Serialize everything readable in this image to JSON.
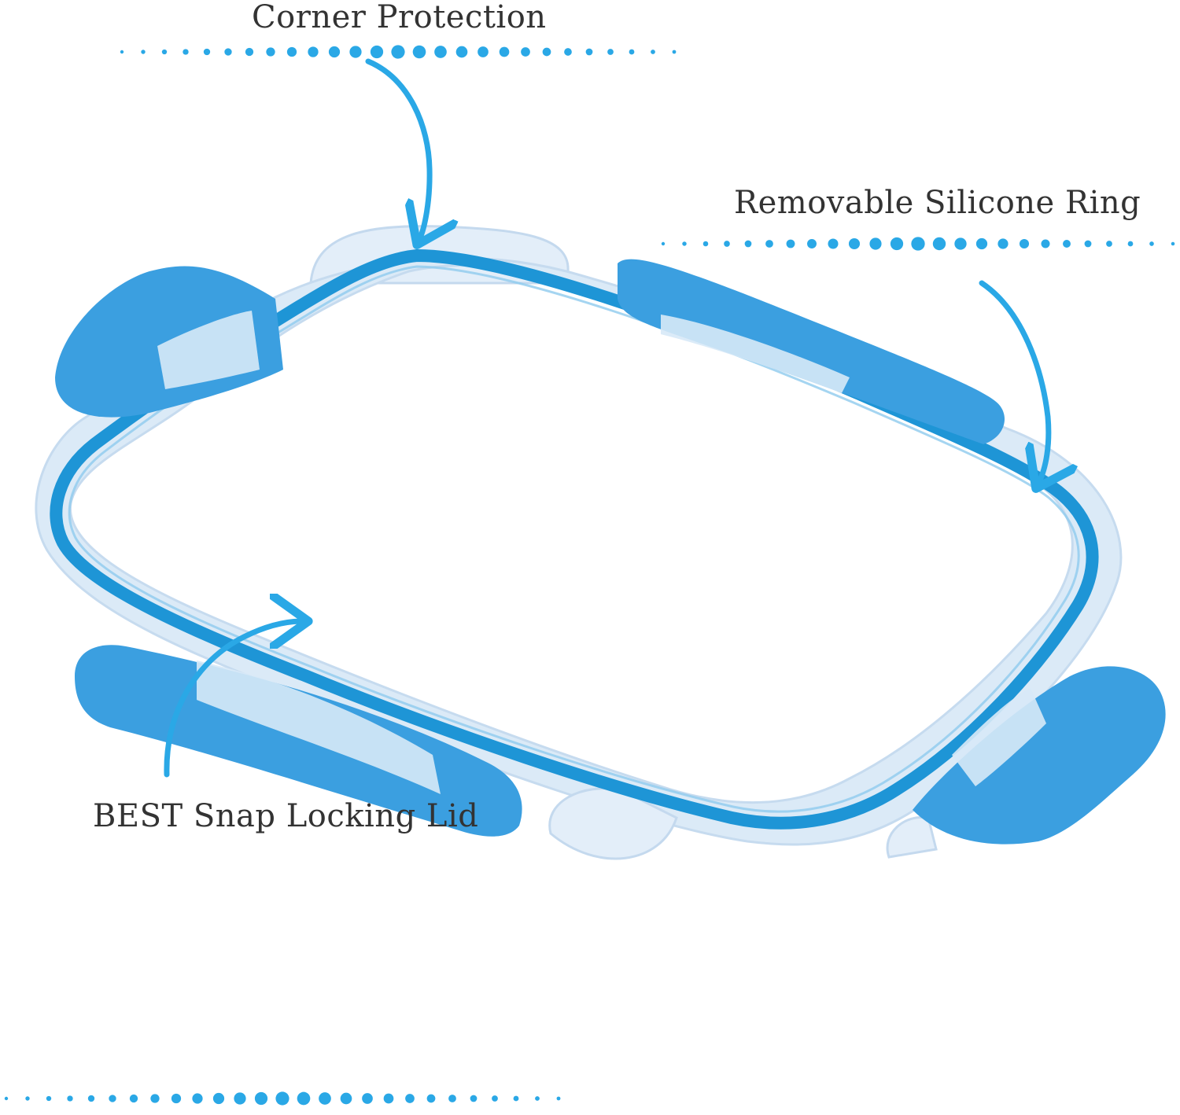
{
  "callouts": {
    "corner_protection": "Corner Protection",
    "removable_silicone_ring": "Removable Silicone Ring",
    "snap_locking_lid": "BEST Snap Locking Lid"
  },
  "colors": {
    "accent": "#2aa8e6",
    "silicone_ring": "#1e95d6",
    "locking_tab": "#3b9fe0",
    "frame_translucent": "#dbeaf7",
    "label_text": "#333333",
    "background": "#ffffff"
  },
  "icons": [
    "arrow-icon",
    "dotted-divider"
  ]
}
